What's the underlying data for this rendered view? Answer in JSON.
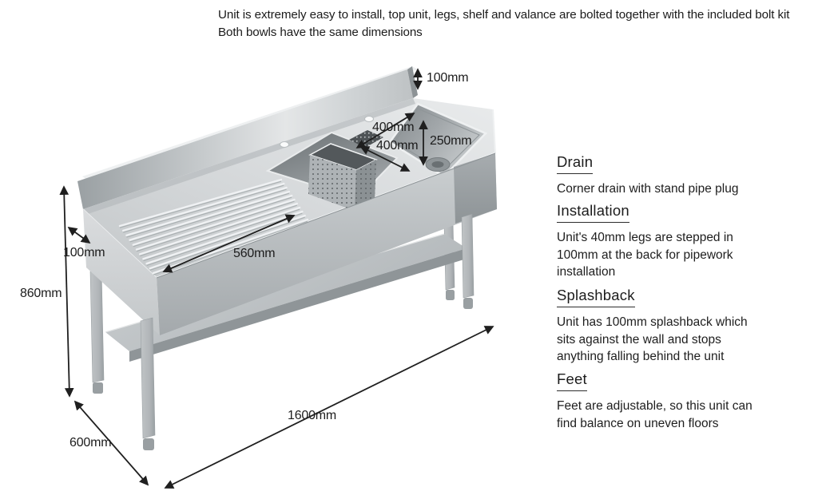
{
  "header": {
    "line1": "Unit is extremely easy to install, top unit, legs, shelf and valance are bolted together with the included bolt kit",
    "line2": "Both bowls have the same dimensions"
  },
  "dimensions": {
    "splashback_height": "100mm",
    "bowl_width": "400mm",
    "bowl_length": "400mm",
    "bowl_depth": "250mm",
    "drainer_length": "560mm",
    "back_leg_inset": "100mm",
    "unit_height": "860mm",
    "unit_depth": "600mm",
    "unit_length": "1600mm"
  },
  "notes": [
    {
      "title": "Drain",
      "lines": [
        "Corner drain with stand pipe plug"
      ]
    },
    {
      "title": "Installation",
      "lines": [
        "Unit's 40mm legs are stepped in",
        "100mm at the back for pipework",
        "installation"
      ]
    },
    {
      "title": "Splashback",
      "lines": [
        "Unit has 100mm splashback which",
        "sits against the wall and stops",
        "anything falling behind the unit"
      ]
    },
    {
      "title": "Feet",
      "lines": [
        "Feet are adjustable, so this unit can",
        "find balance on uneven floors"
      ]
    }
  ],
  "illustration": {
    "alt": "Stainless steel double bowl sink unit with left hand drainer, splashback, perforated basket, undershelf and adjustable feet",
    "colors": {
      "background": "#ffffff",
      "steel_light": "#e9ebec",
      "steel_mid": "#c6cacc",
      "steel_dark": "#8f9598",
      "bowl_shadow": "#6b7174",
      "arrow": "#1f1f1f",
      "text": "#1c1c1c"
    }
  }
}
